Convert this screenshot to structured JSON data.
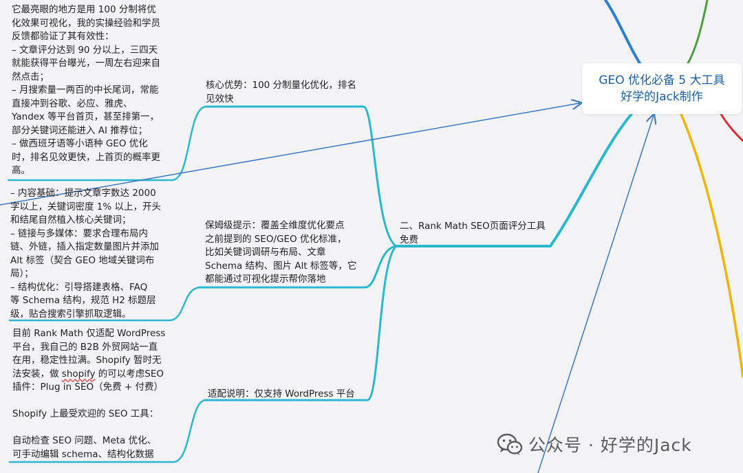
{
  "central": {
    "title_line1": "GEO 优化必备 5 大工具",
    "title_line2": "好学的Jack制作"
  },
  "branch": {
    "label": "二、Rank Math SEO页面评分工具\n免费"
  },
  "sub": {
    "advantage": "核心优势：100 分制量化优化，排名\n见效快",
    "tips": "保姆级提示：覆盖全维度优化要点\n之前提到的 SEO/GEO 优化标准，\n比如关键词调研与布局、文章\nSchema 结构、图片 Alt 标签等，它\n都能通过可视化提示帮你落地",
    "platform": "适配说明：仅支持 WordPress 平台"
  },
  "details": {
    "advantage": "它最亮眼的地方是用 100 分制将优\n化效果可视化，我的实操经验和学员\n反馈都验证了其有效性：\n– 文章评分达到 90 分以上，三四天\n就能获得平台曝光，一周左右迎来自\n然点击；\n– 月搜索量一两百的中长尾词，常能\n直接冲到谷歌、必应、雅虎、\nYandex 等平台首页，甚至排第一，\n部分关键词还能进入 AI 推荐位；\n– 做西班牙语等小语种 GEO 优化\n时，排名见效更快，上首页的概率更\n高。",
    "tips": "– 内容基础：提示文章字数达 2000\n字以上，关键词密度 1% 以上，开头\n和结尾自然植入核心关键词；\n– 链接与多媒体：要求合理布局内\n链、外链，插入指定数量图片并添加\nAlt 标签（契合 GEO 地域关键词布\n局）；\n– 结构优化：引导搭建表格、FAQ\n等 Schema 结构，规范 H2 标题层\n级，贴合搜索引擎抓取逻辑。",
    "platform_a": "目前 Rank Math 仅适配 WordPress\n平台，我自己的 B2B 外贸网站一直\n在用，稳定性拉满。Shopify 暂时无\n法安装，做 ",
    "platform_word": "shopify",
    "platform_b": " 的可以考虑SEO\n插件：Plug in SEO（免费 + 付费）\n\nShopify 上最受欢迎的 SEO 工具：\n\n自动检查 SEO 问题、Meta 优化、\n可手动编辑 schema、结构化数据"
  },
  "watermark": {
    "text": "公众号 · 好学的Jack",
    "icon": "wechat-icon"
  },
  "colors": {
    "teal": "#2ab8cf",
    "arrow_blue": "#3a78c7",
    "central_text": "#1a5ea8",
    "branch_blue": "#2d7fd6",
    "branch_green": "#4aa03a",
    "branch_red": "#d62f2f",
    "branch_yellow": "#f0b400",
    "background": "#f3f3f5"
  }
}
